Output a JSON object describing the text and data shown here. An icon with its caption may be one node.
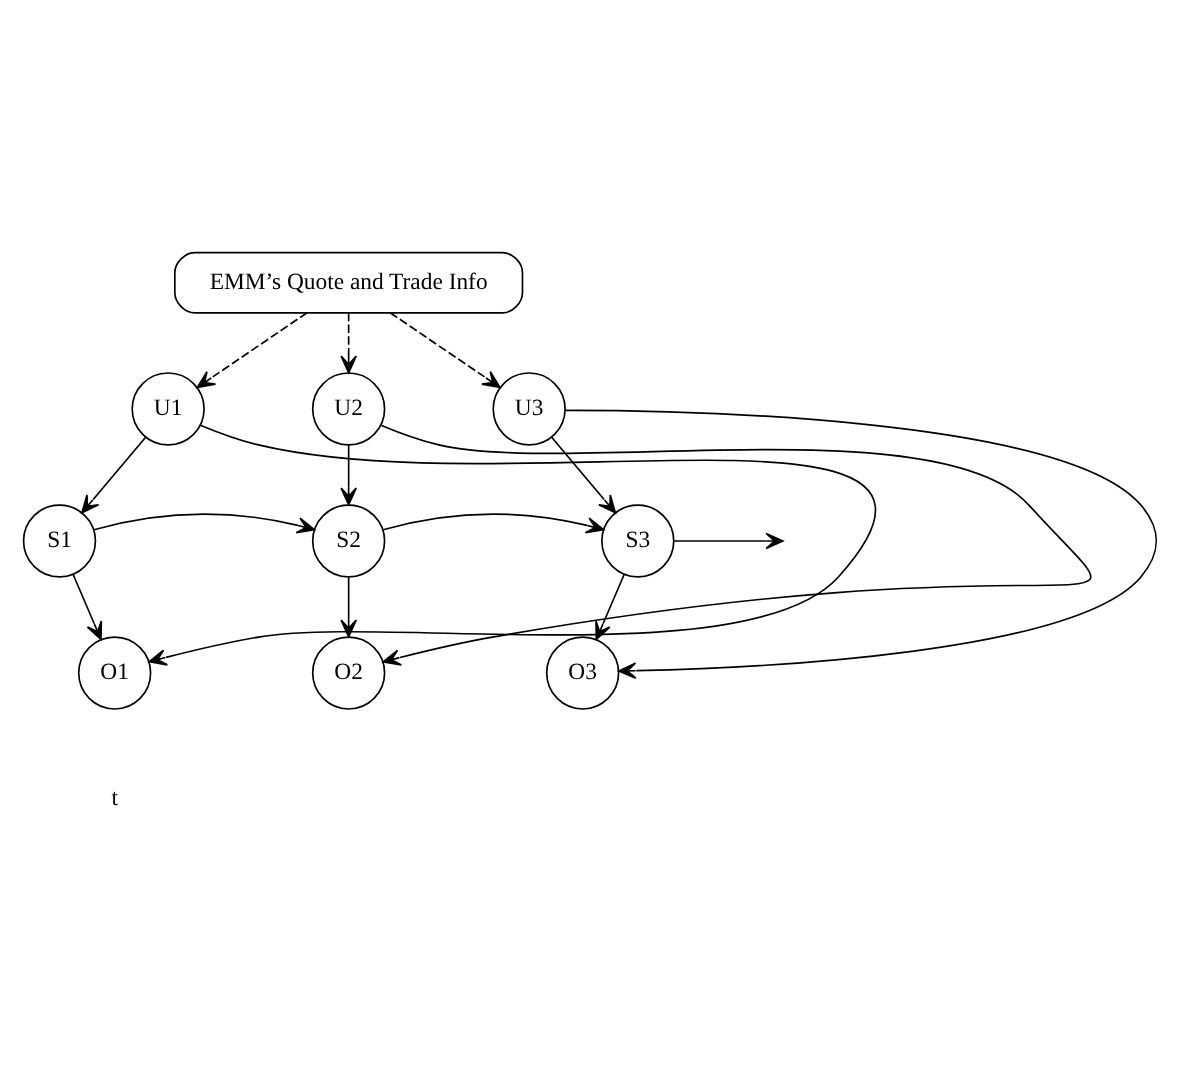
{
  "diagram": {
    "nodes": [
      {
        "text": [
          "EMM’s Quote and Trade Info"
        ]
      },
      {
        "text": [
          "U1"
        ]
      },
      {
        "text": [
          "U2"
        ]
      },
      {
        "text": [
          "U3"
        ]
      },
      {
        "text": [
          "S1"
        ]
      },
      {
        "text": [
          "S2"
        ]
      },
      {
        "text": [
          "S3"
        ]
      },
      {
        "text": [
          "O1"
        ]
      },
      {
        "text": [
          "O2"
        ]
      },
      {
        "text": [
          "O3"
        ]
      }
    ],
    "edges": [
      {
        "from": 0,
        "to": 1,
        "arrow": "to",
        "style": "dashed"
      },
      {
        "from": 0,
        "to": 2,
        "arrow": "to",
        "style": "dashed"
      },
      {
        "from": 0,
        "to": 3,
        "arrow": "to",
        "style": "dashed"
      },
      {
        "from": 1,
        "to": 4,
        "arrow": "to"
      },
      {
        "from": 4,
        "to": 7,
        "arrow": "to"
      },
      {
        "from": 1,
        "to": 7,
        "arrow": "to"
      },
      {
        "from": 4,
        "to": 5,
        "arrow": "to"
      },
      {
        "from": 2,
        "to": 5,
        "arrow": "to"
      },
      {
        "from": 5,
        "to": 8,
        "arrow": "to"
      },
      {
        "from": 2,
        "to": 8,
        "arrow": "to"
      },
      {
        "from": 5,
        "to": 6,
        "arrow": "to"
      },
      {
        "from": 3,
        "to": 6,
        "arrow": "to"
      },
      {
        "from": 6,
        "to": 9,
        "arrow": "to"
      },
      {
        "from": 3,
        "to": 9,
        "arrow": "to"
      },
      {
        "from": 6,
        "to": null,
        "arrow": "to"
      }
    ],
    "labels": [
      "t"
    ]
  }
}
